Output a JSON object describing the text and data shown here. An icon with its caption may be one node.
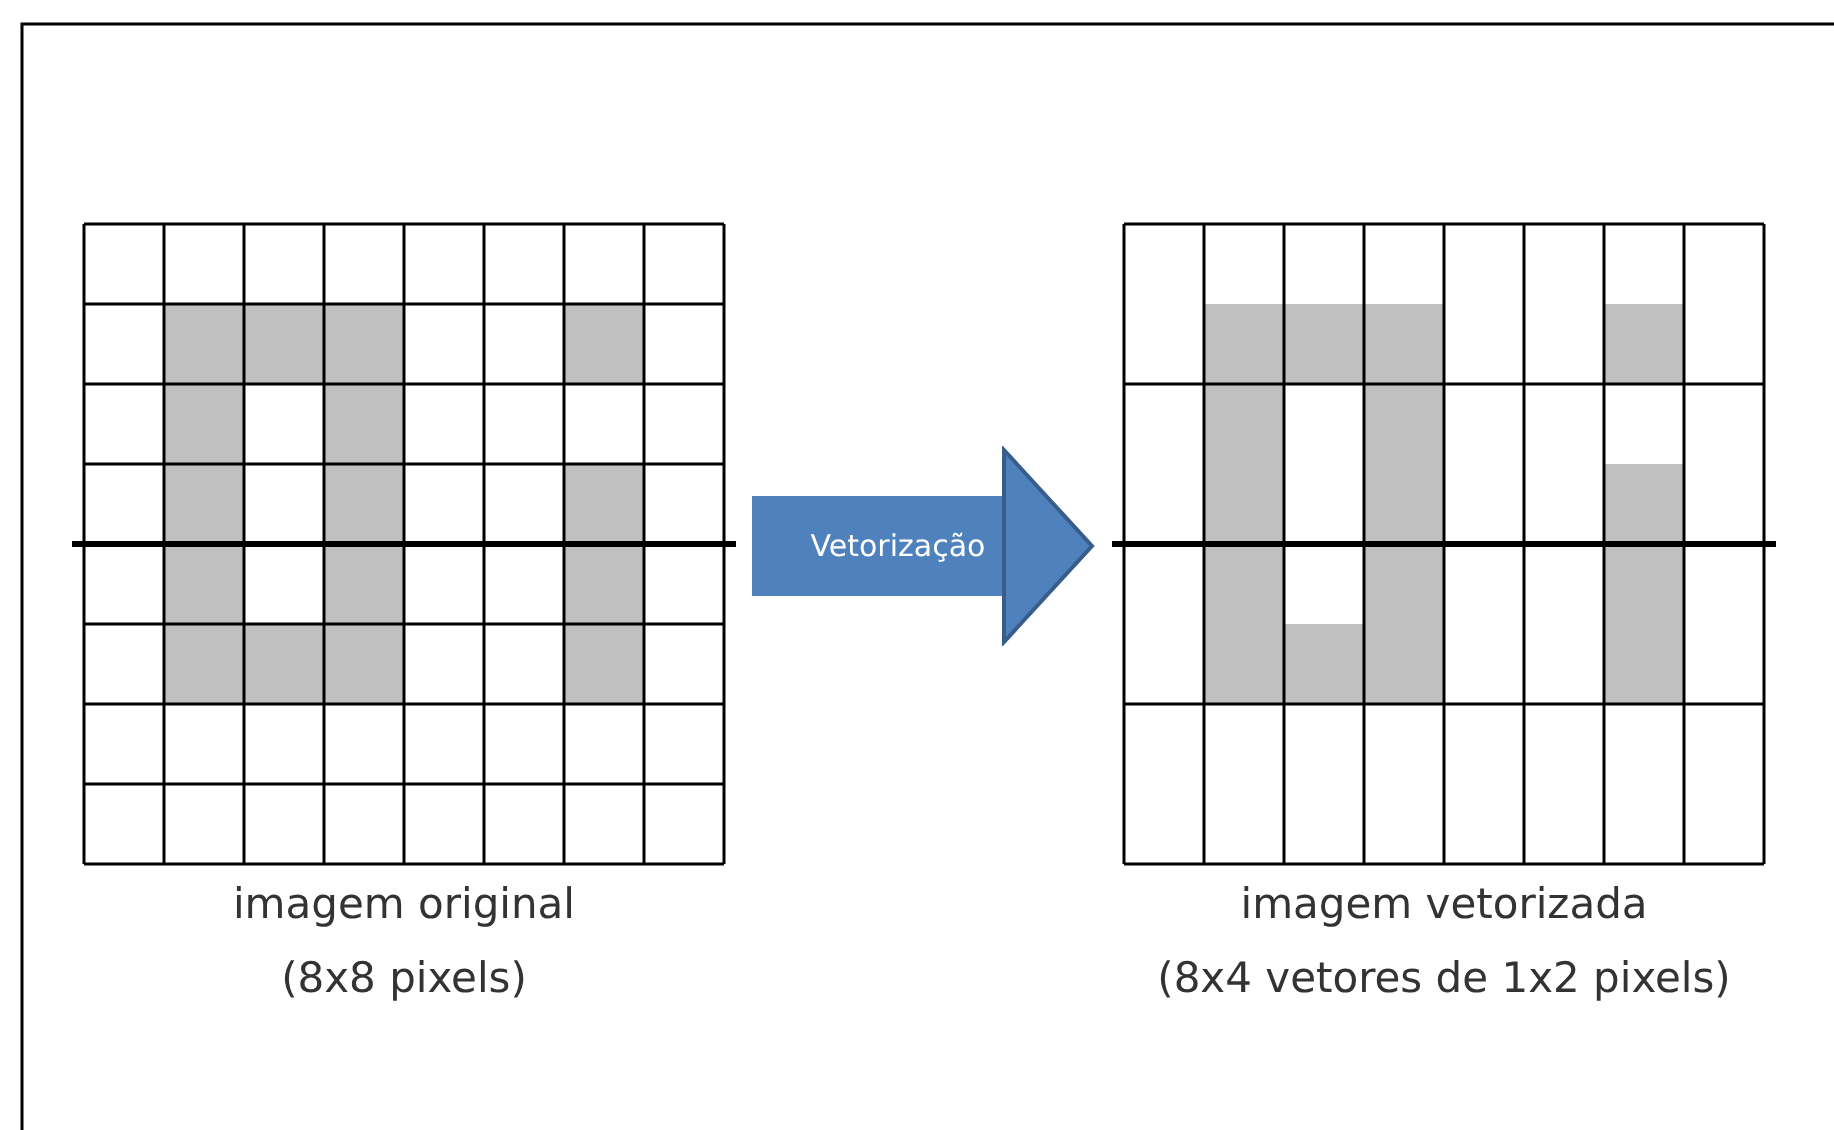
{
  "diagram": {
    "nodes": [
      {
        "text": [],
        "shape": "picture",
        "beside": [
          "imagem original",
          "(8x8 pixels)"
        ]
      },
      {
        "text": [],
        "shape": "picture",
        "beside": [
          "imagem vetorizada",
          "(8x4 vetores de 1x2 pixels)"
        ]
      }
    ],
    "edges": [
      {
        "from": 0,
        "to": 1,
        "arrow": "to",
        "label": "Vetorização"
      }
    ]
  }
}
